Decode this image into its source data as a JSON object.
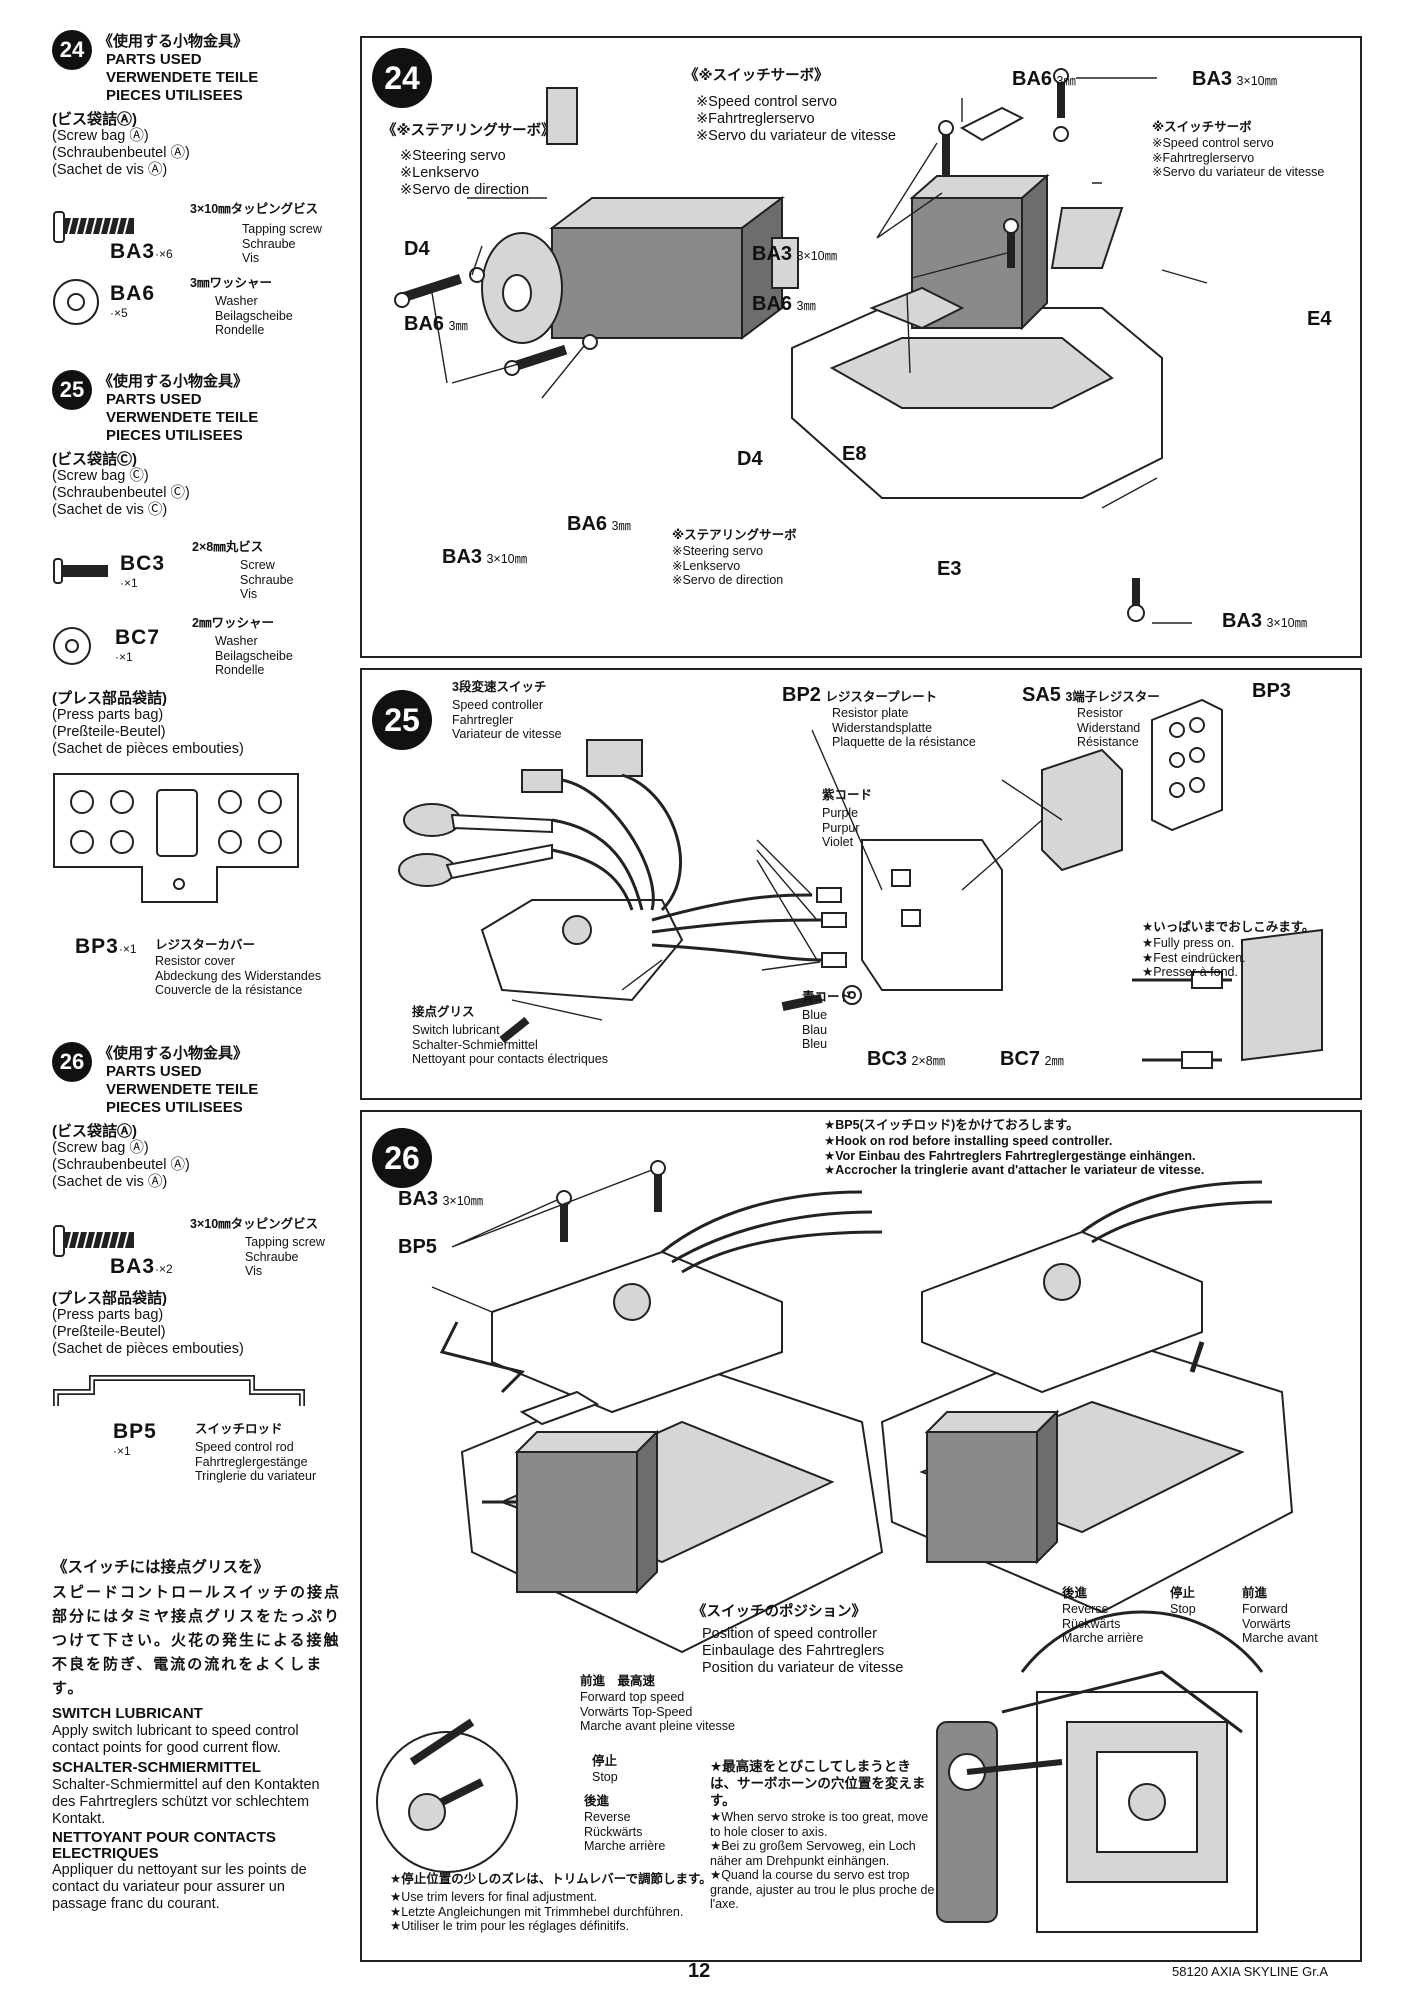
{
  "sidebar": {
    "s24": {
      "num": "24",
      "jp": "《使用する小物金具》",
      "en": "PARTS USED",
      "de": "VERWENDETE TEILE",
      "fr": "PIECES UTILISEES",
      "bag_jp": "(ビス袋詰Ⓐ)",
      "bag_en": "(Screw bag Ⓐ)",
      "bag_de": "(Schraubenbeutel Ⓐ)",
      "bag_fr": "(Sachet de vis Ⓐ)",
      "p1_desc_jp": "3×10㎜タッピングビス",
      "p1_desc": "Tapping screw\nSchraube\nVis",
      "p1_code": "BA3",
      "p1_qty": "·×6",
      "p2_desc_jp": "3㎜ワッシャー",
      "p2_desc": "Washer\nBeilagscheibe\nRondelle",
      "p2_code": "BA6",
      "p2_qty": "·×5"
    },
    "s25": {
      "num": "25",
      "jp": "《使用する小物金具》",
      "en": "PARTS USED",
      "de": "VERWENDETE TEILE",
      "fr": "PIECES UTILISEES",
      "bag_jp": "(ビス袋詰Ⓒ)",
      "bag_en": "(Screw bag Ⓒ)",
      "bag_de": "(Schraubenbeutel Ⓒ)",
      "bag_fr": "(Sachet de vis Ⓒ)",
      "p1_desc_jp": "2×8㎜丸ビス",
      "p1_desc": "Screw\nSchraube\nVis",
      "p1_code": "BC3",
      "p1_qty": "·×1",
      "p2_desc_jp": "2㎜ワッシャー",
      "p2_desc": "Washer\nBeilagscheibe\nRondelle",
      "p2_code": "BC7",
      "p2_qty": "·×1",
      "press_jp": "(プレス部品袋詰)",
      "press_en": "(Press parts bag)",
      "press_de": "(Preßteile-Beutel)",
      "press_fr": "(Sachet de pièces embouties)",
      "bp3_code": "BP3",
      "bp3_qty": "·×1",
      "bp3_jp": "レジスターカバー",
      "bp3_desc": "Resistor cover\nAbdeckung des Widerstandes\nCouvercle de la résistance"
    },
    "s26": {
      "num": "26",
      "jp": "《使用する小物金具》",
      "en": "PARTS USED",
      "de": "VERWENDETE TEILE",
      "fr": "PIECES UTILISEES",
      "bag_jp": "(ビス袋詰Ⓐ)",
      "bag_en": "(Screw bag Ⓐ)",
      "bag_de": "(Schraubenbeutel Ⓐ)",
      "bag_fr": "(Sachet de vis Ⓐ)",
      "p1_desc_jp": "3×10㎜タッピングビス",
      "p1_desc": "Tapping screw\nSchraube\nVis",
      "p1_code": "BA3",
      "p1_qty": "·×2",
      "press_jp": "(プレス部品袋詰)",
      "press_en": "(Press parts bag)",
      "press_de": "(Preßteile-Beutel)",
      "press_fr": "(Sachet de pièces embouties)",
      "bp5_code": "BP5",
      "bp5_qty": "·×1",
      "bp5_jp": "スイッチロッド",
      "bp5_desc": "Speed control rod\nFahrtreglergestänge\nTringlerie du variateur"
    },
    "lube": {
      "jp_title": "《スイッチには接点グリスを》",
      "jp_body": "スピードコントロールスイッチの接点部分にはタミヤ接点グリスをたっぷりつけて下さい。火花の発生による接触不良を防ぎ、電流の流れをよくします。",
      "en_title": "SWITCH LUBRICANT",
      "en_body": "Apply switch lubricant to speed control contact points for good current flow.",
      "de_title": "SCHALTER-SCHMIERMITTEL",
      "de_body": "Schalter-Schmiermittel auf den Kontakten des Fahrtreglers schützt vor schlechtem Kontakt.",
      "fr_title": "NETTOYANT POUR CONTACTS ELECTRIQUES",
      "fr_body": "Appliquer du nettoyant sur les points de contact du variateur pour assurer un passage franc du courant."
    }
  },
  "panel24": {
    "num": "24",
    "steer_title": "《※ステアリングサーボ》",
    "steer_lines": "※Steering servo\n※Lenkservo\n※Servo de direction",
    "speed_title": "《※スイッチサーボ》",
    "speed_lines": "※Speed control servo\n※Fahrtreglerservo\n※Servo du variateur de vitesse",
    "d4a": "D4",
    "d4b": "D4",
    "ba6a": "BA6",
    "ba6a_sz": "3㎜",
    "ba6b": "BA6",
    "ba6b_sz": "3㎜",
    "ba3a": "BA3",
    "ba3a_sz": "3×10㎜",
    "ba6c": "BA6",
    "ba6c_sz": "3㎜",
    "ba3b": "BA3",
    "ba3b_sz": "3×10㎜",
    "ba6d": "BA6",
    "ba6d_sz": "3㎜",
    "ba3c": "BA3",
    "ba3c_sz": "3×10㎜",
    "ba3d": "BA3",
    "ba3d_sz": "3×10㎜",
    "e4": "E4",
    "e8": "E8",
    "e3": "E3",
    "speed_note_jp": "※スイッチサーボ",
    "speed_note": "※Speed control servo\n※Fahrtreglerservo\n※Servo du variateur de vitesse",
    "steer_note_jp": "※ステアリングサーボ",
    "steer_note": "※Steering servo\n※Lenkservo\n※Servo de direction"
  },
  "panel25": {
    "num": "25",
    "sc_jp": "3段変速スイッチ",
    "sc": "Speed controller\nFahrtregler\nVariateur de vitesse",
    "bp2": "BP2",
    "bp2_jp": "レジスタープレート",
    "bp2_desc": "Resistor plate\nWiderstandsplatte\nPlaquette de la résistance",
    "sa5": "SA5",
    "sa5_jp": "3端子レジスター",
    "sa5_desc": "Resistor\nWiderstand\nRésistance",
    "bp3": "BP3",
    "purple_jp": "紫コード",
    "purple": "Purple\nPurpur\nViolet",
    "blue_jp": "青コード",
    "blue": "Blue\nBlau\nBleu",
    "lube_jp": "接点グリス",
    "lube": "Switch lubricant\nSchalter-Schmiermittel\nNettoyant pour contacts électriques",
    "press_jp": "★いっぱいまでおしこみます。",
    "press": "★Fully press on.\n★Fest eindrücken.\n★Presser à fond.",
    "bc3": "BC3",
    "bc3_sz": "2×8㎜",
    "bc7": "BC7",
    "bc7_sz": "2㎜"
  },
  "panel26": {
    "num": "26",
    "hook_jp": "★BP5(スイッチロッド)をかけておろします。",
    "hook": "★Hook on rod before installing speed controller.\n★Vor Einbau des Fahrtreglers Fahrtreglergestänge einhängen.\n★Accrocher la tringlerie avant d'attacher le variateur de vitesse.",
    "ba3": "BA3",
    "ba3_sz": "3×10㎜",
    "bp5": "BP5",
    "pos_jp": "《スイッチのポジション》",
    "pos": "Position of speed controller\nEinbaulage des Fahrtreglers\nPosition du variateur de vitesse",
    "rev_jp": "後進",
    "rev": "Reverse\nRückwärts\nMarche arrière",
    "stop_jp": "停止",
    "stop": "Stop",
    "fwd_jp": "前進",
    "fwd": "Forward\nVorwärts\nMarche avant",
    "top_jp": "前進　最高速",
    "top": "Forward top speed\nVorwärts Top-Speed\nMarche avant pleine vitesse",
    "stop2_jp": "停止",
    "stop2": "Stop",
    "rev2_jp": "後進",
    "rev2": "Reverse\nRückwärts\nMarche arrière",
    "trim_jp": "★停止位置の少しのズレは、トリムレバーで調節します。",
    "trim": "★Use trim levers for final adjustment.\n★Letzte Angleichungen mit Trimmhebel durchführen.\n★Utiliser le trim pour les réglages définitifs.",
    "stroke_jp": "★最高速をとびこしてしまうときは、サーボホーンの穴位置を変えます。",
    "stroke": "★When servo stroke is too great, move to hole closer to axis.\n★Bei zu großem Servoweg, ein Loch näher am Drehpunkt einhängen.\n★Quand la course du servo est trop grande, ajuster au trou le plus proche de l'axe."
  },
  "footer": {
    "page": "12",
    "model": "58120 AXIA SKYLINE Gr.A"
  }
}
